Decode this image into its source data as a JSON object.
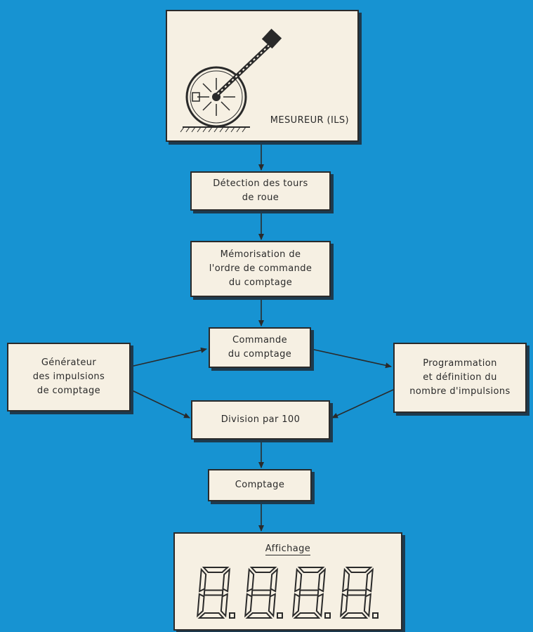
{
  "colors": {
    "background": "#1793d2",
    "box_fill": "#f6f0e3",
    "ink": "#2a2a2a",
    "shadow": "#1d3a4e"
  },
  "blocks": {
    "measurer": "MESUREUR (ILS)",
    "detection": "Détection des tours\nde roue",
    "memorisation": "Mémorisation de\nl'ordre de commande\ndu comptage",
    "commande": "Commande\ndu comptage",
    "generateur": "Générateur\ndes impulsions\nde comptage",
    "programmation": "Programmation\net définition du\nnombre d'impulsions",
    "division": "Division par 100",
    "comptage": "Comptage",
    "affichage": "Affichage"
  },
  "display": {
    "digits": "8.8.8.8.",
    "icon": "seven-segment-display-icon"
  },
  "illustration": {
    "icon": "measuring-wheel-icon"
  }
}
